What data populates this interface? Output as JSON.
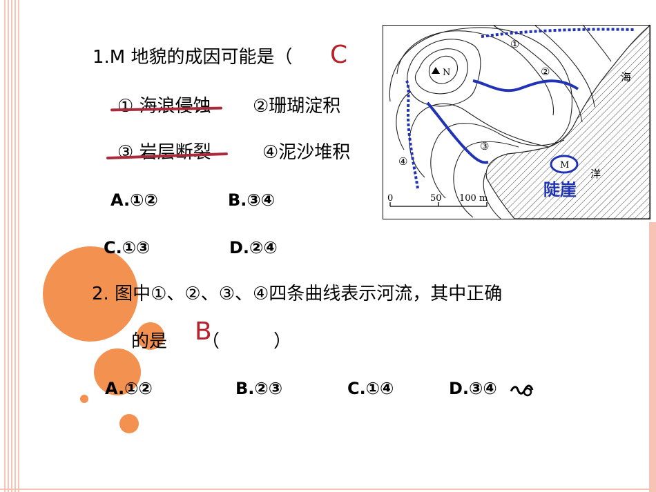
{
  "q1": {
    "stem": "1.M 地貌的成因可能是（",
    "answer": "C",
    "choice1": "① 海浪侵蚀",
    "choice2": "②珊瑚淀积",
    "choice3": "③ 岩层断裂",
    "choice4": "④泥沙堆积",
    "options": [
      "A.①②",
      "B.③④",
      "C.①③",
      "D.②④"
    ]
  },
  "q2": {
    "stem": "2. 图中①、②、③、④四条曲线表示河流，其中正确",
    "stem2": "的是",
    "answer": "B",
    "paren": "（　　　）",
    "options": [
      "A.①②",
      "B.②③",
      "C.①④",
      "D.③④"
    ]
  },
  "map": {
    "peak_label": "N",
    "point_label": "M",
    "sea_char1": "海",
    "sea_char2": "洋",
    "cliff_label": "陡崖",
    "curve_labels": [
      "①",
      "②",
      "③",
      "④"
    ],
    "scale_labels": [
      "0",
      "50",
      "100 m"
    ]
  },
  "colors": {
    "accent_orange": "#f39150",
    "answer_red": "#b8202a",
    "river_blue": "#1f33b4"
  }
}
